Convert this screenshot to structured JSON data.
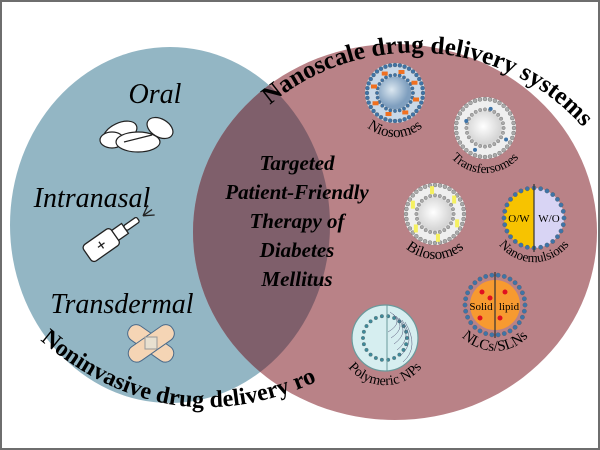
{
  "left_set": {
    "title": "Noninvasive drug delivery routes",
    "color": "#93b6c4",
    "items": [
      {
        "label": "Oral",
        "icon": "pills-icon"
      },
      {
        "label": "Intranasal",
        "icon": "nasal-spray-icon"
      },
      {
        "label": "Transdermal",
        "icon": "bandage-patch-icon"
      }
    ]
  },
  "right_set": {
    "title": "Nanoscale drug delivery systems",
    "color": "#b98287",
    "items": [
      {
        "label": "Niosomes",
        "icon": "niosome-icon"
      },
      {
        "label": "Transfersomes",
        "icon": "transfersome-icon"
      },
      {
        "label": "Bilosomes",
        "icon": "bilosome-icon"
      },
      {
        "label": "Nanoemulsions",
        "icon": "nanoemulsion-icon",
        "parts": [
          "O/W",
          "W/O"
        ]
      },
      {
        "label": "NLCs/SLNs",
        "icon": "lipid-nanoparticle-icon",
        "parts": [
          "Solid",
          "lipid"
        ]
      },
      {
        "label": "Polymeric NPs",
        "icon": "polymeric-nanoparticle-icon"
      }
    ]
  },
  "intersection": {
    "color": "#7f5f6b",
    "lines": [
      "Targeted",
      "Patient-Friendly",
      "Therapy of",
      "Diabetes",
      "Mellitus"
    ]
  }
}
